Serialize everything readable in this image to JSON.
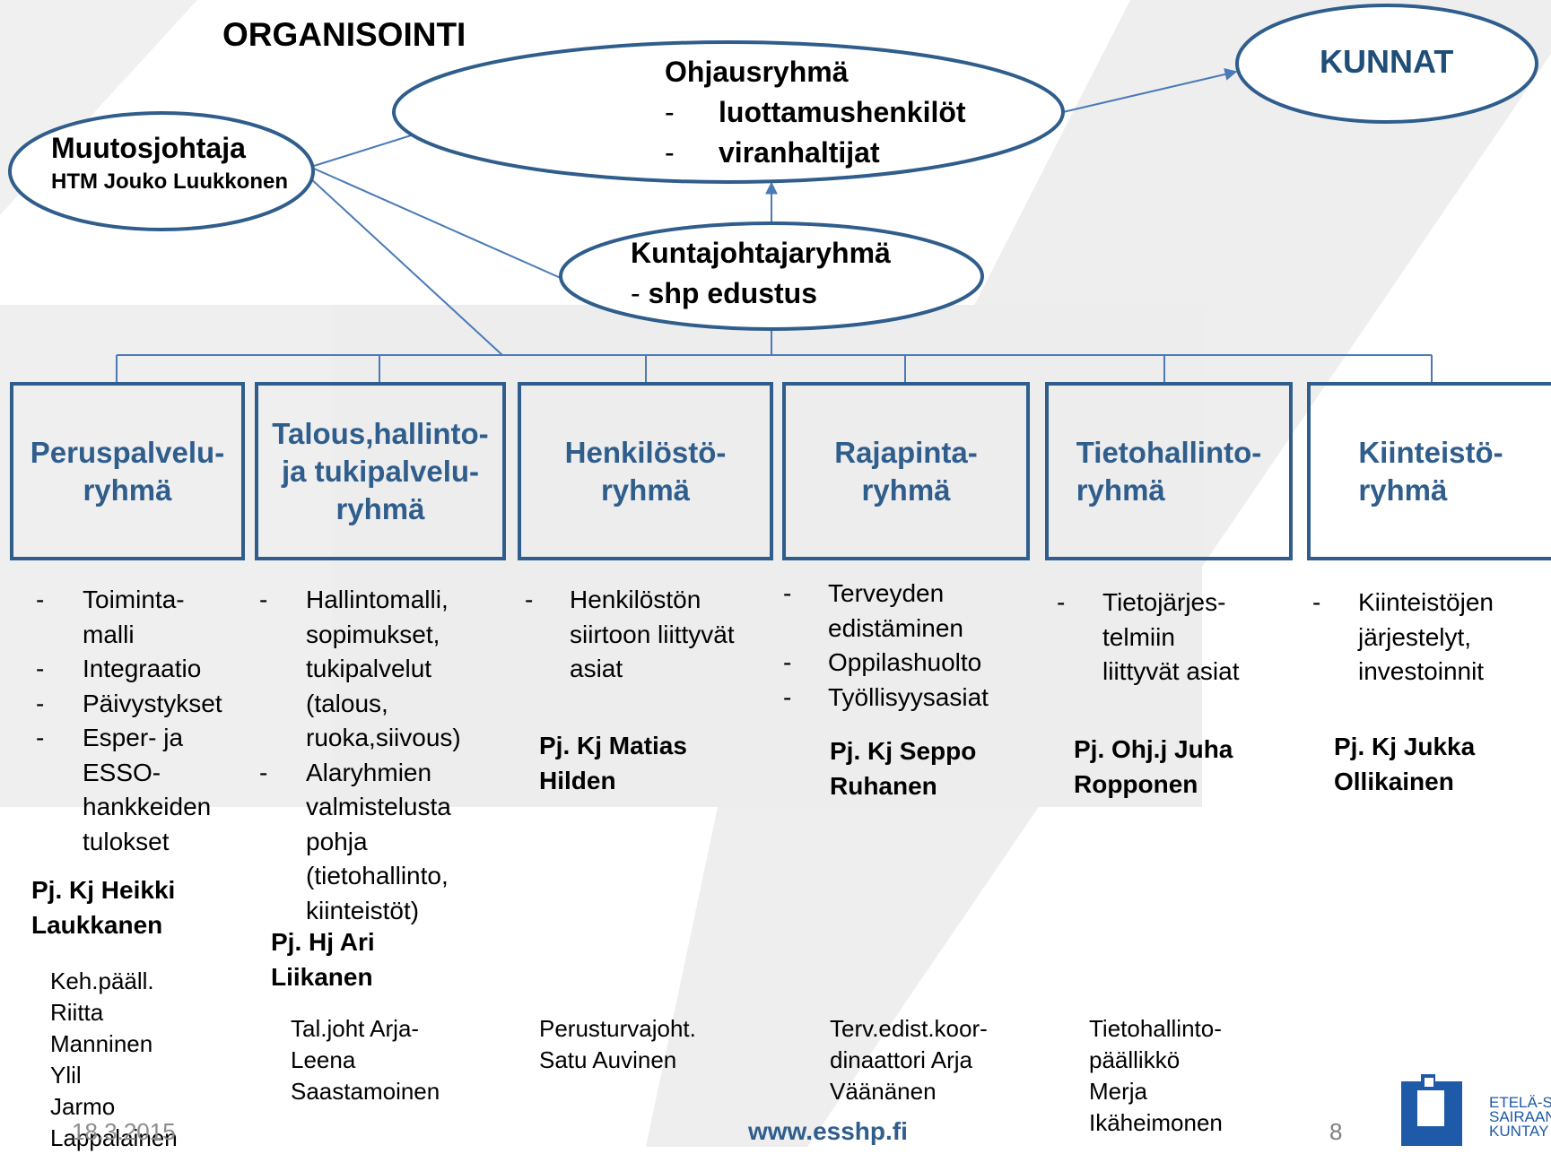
{
  "title": "ORGANISOINTI",
  "change_leader": {
    "title": "Muutosjohtaja",
    "subtitle": "HTM Jouko Luukkonen"
  },
  "steering_group": {
    "title": "Ohjausryhmä",
    "items": [
      "luottamushenkilöt",
      "viranhaltijat"
    ],
    "bullet": "-"
  },
  "municipal_managers": {
    "title": "Kuntajohtajaryhmä",
    "subtitle_prefix": "- ",
    "subtitle": "shp edustus"
  },
  "municipalities": {
    "label": "KUNNAT"
  },
  "groups": [
    {
      "label": "Peruspalvelu-\nryhmä",
      "tasks": [
        "Toiminta-\nmalli",
        "Integraatio",
        "Päivystykset",
        "Esper- ja\nESSO-\nhankkeiden\ntulokset"
      ],
      "chair": "Pj.  Kj  Heikki\nLaukkanen",
      "secretary": "Keh.pääll.\nRiitta\nManninen\nYlil\nJarmo\nLappalainen"
    },
    {
      "label": "Talous,hallinto-\nja tukipalvelu-\nryhmä",
      "tasks": [
        "Hallintomalli,\nsopimukset,\ntukipalvelut\n(talous,\nruoka,siivous)",
        "Alaryhmien\nvalmistelusta\npohja\n(tietohallinto,\nkiinteistöt)"
      ],
      "chair": "Pj. Hj Ari\nLiikanen",
      "secretary": "Tal.joht Arja-\nLeena\nSaastamoinen"
    },
    {
      "label": "Henkilöstö-\nryhmä",
      "tasks": [
        "Henkilöstön\nsiirtoon liittyvät\nasiat"
      ],
      "chair": "Pj. Kj Matias\nHilden",
      "secretary": "Perusturvajoht.\nSatu Auvinen"
    },
    {
      "label": "Rajapinta-\nryhmä",
      "tasks": [
        "Terveyden\nedistäminen",
        "Oppilashuolto",
        "Työllisyysasiat"
      ],
      "chair": "Pj. Kj Seppo\nRuhanen",
      "secretary": "Terv.edist.koor-\ndinaattori Arja\nVäänänen"
    },
    {
      "label": "Tietohallinto-\nryhmä",
      "tasks": [
        "Tietojärjes-\ntelmiin\nliittyvät asiat"
      ],
      "chair": "Pj. Ohj.j Juha\nRopponen",
      "secretary": "Tietohallinto-\npäällikkö\nMerja\nIkäheimonen"
    },
    {
      "label": "Kiinteistö-\nryhmä",
      "tasks": [
        "Kiinteistöjen\njärjestelyt,\ninvestoinnit"
      ],
      "chair": "Pj. Kj Jukka\nOllikainen",
      "secretary": ""
    }
  ],
  "footer": {
    "date": "18.3.2015",
    "url": "www.esshp.fi",
    "page": "8"
  },
  "logo": {
    "text": "ETELÄ-S\nSAIRAAN\nKUNTAY"
  },
  "colors": {
    "outline": "#2f5d8c",
    "arrow": "#4a7ab8",
    "kunnat": "#1f4e79",
    "background_shape": "#efefef"
  }
}
